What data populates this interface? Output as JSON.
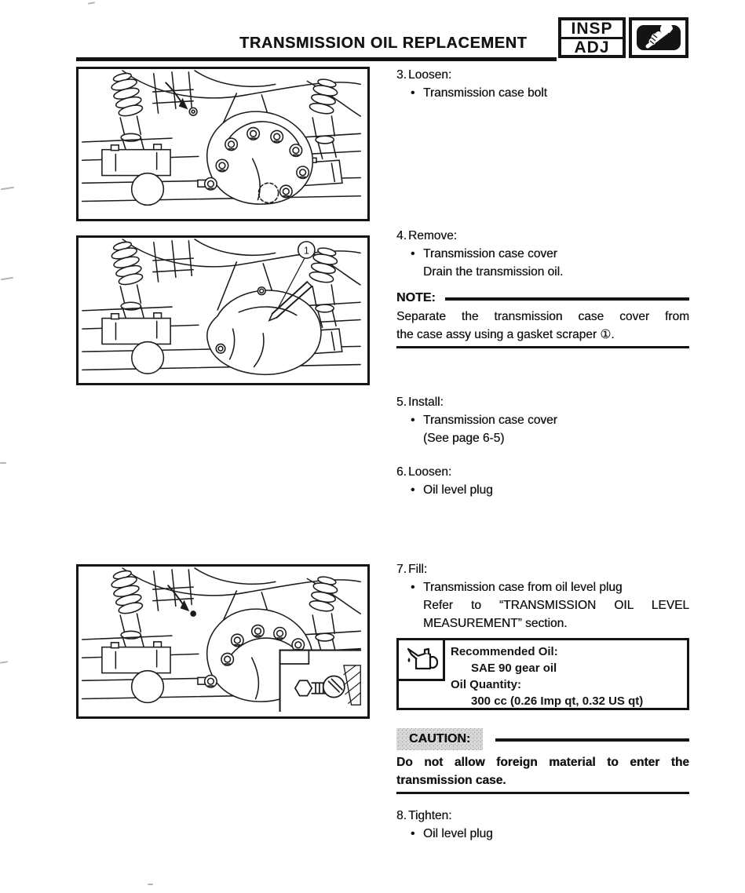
{
  "header": {
    "title": "TRANSMISSION OIL REPLACEMENT",
    "badge": {
      "line1": "INSP",
      "line2": "ADJ"
    }
  },
  "icons": {
    "badge_tool": "wrench-hand-icon",
    "oil_can": "oil-can-icon"
  },
  "figures": {
    "fig2": {
      "callout": "1"
    }
  },
  "steps": {
    "s3": {
      "num": "3.",
      "action": "Loosen:",
      "b1": "Transmission case bolt"
    },
    "s4": {
      "num": "4.",
      "action": "Remove:",
      "b1": "Transmission case cover",
      "l2": "Drain the transmission oil."
    },
    "s5": {
      "num": "5.",
      "action": "Install:",
      "b1": "Transmission case cover",
      "l2": "(See page 6-5)"
    },
    "s6": {
      "num": "6.",
      "action": "Loosen:",
      "b1": "Oil level plug"
    },
    "s7": {
      "num": "7.",
      "action": "Fill:",
      "b1": "Transmission case from oil level plug",
      "l2": "Refer to “TRANSMISSION OIL LEVEL",
      "l3": "MEASUREMENT” section."
    },
    "s8": {
      "num": "8.",
      "action": "Tighten:",
      "b1": "Oil level plug"
    }
  },
  "note": {
    "label": "NOTE:",
    "line1": "Separate the transmission case cover from",
    "line2": "the case assy using a gasket scraper ①."
  },
  "oil_box": {
    "rec_label": "Recommended Oil:",
    "rec_value": "SAE 90 gear oil",
    "qty_label": "Oil Quantity:",
    "qty_value": "300 cc (0.26 Imp qt, 0.32 US qt)"
  },
  "caution": {
    "label": "CAUTION:",
    "line1": "Do not allow foreign material to enter the",
    "line2": "transmission case."
  }
}
